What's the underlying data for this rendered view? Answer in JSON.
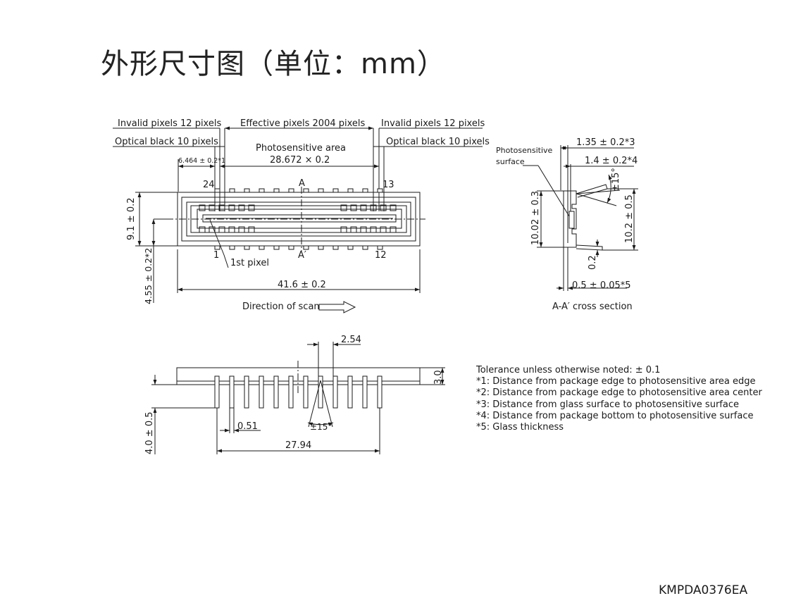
{
  "title": "外形尺寸图（单位：mm）",
  "top_view": {
    "invalid_left": "Invalid pixels 12 pixels",
    "effective": "Effective pixels 2004 pixels",
    "invalid_right": "Invalid pixels 12 pixels",
    "optical_left": "Optical black 10 pixels",
    "optical_right": "Optical black 10 pixels",
    "photosensitive_area": "Photosensitive area",
    "photosensitive_dim": "28.672 × 0.2",
    "offset_dim": "6.464 ± 0.2*1",
    "pin_24": "24",
    "pin_13": "13",
    "pin_1": "1",
    "pin_12": "12",
    "section_a": "A",
    "section_a_prime": "A′",
    "first_pixel": "1st pixel",
    "height_dim": "9.1 ± 0.2",
    "center_dim": "4.55 ± 0.2*2",
    "length_dim": "41.6 ± 0.2",
    "scan_direction": "Direction of scan"
  },
  "cross_section": {
    "photosensitive_surface_line1": "Photosensitive",
    "photosensitive_surface_line2": "surface",
    "dim_glass": "1.35 ± 0.2*3",
    "dim_bottom": "1.4 ± 0.2*4",
    "angle": "±15°",
    "height_left": "10.02 ± 0.3",
    "height_right": "10.2 ± 0.5",
    "lead_thickness": "0.2",
    "glass_thickness": "0.5 ± 0.05*5",
    "caption": "A-A′ cross section"
  },
  "side_view": {
    "pitch": "2.54",
    "thickness": "3.0",
    "lead_length": "4.0 ± 0.5",
    "lead_width": "0.51",
    "lead_angle": "±15°",
    "lead_span": "27.94"
  },
  "notes": [
    "Tolerance unless otherwise noted: ± 0.1",
    "*1: Distance from package edge to photosensitive area edge",
    "*2: Distance from package edge to photosensitive area center",
    "*3: Distance from glass surface to photosensitive surface",
    "*4: Distance from package bottom to photosensitive surface",
    "*5: Glass thickness"
  ],
  "doc_code": "KMPDA0376EA"
}
